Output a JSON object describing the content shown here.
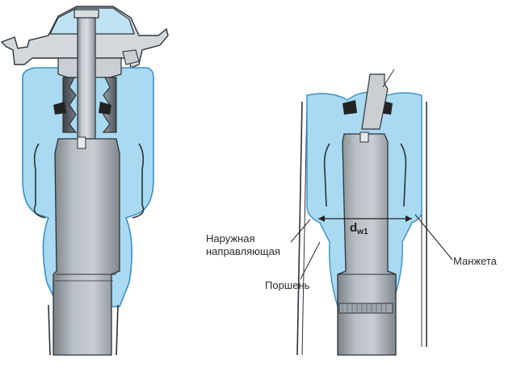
{
  "labels": {
    "outer_guide_line1": "Наружная",
    "outer_guide_line2": "направляющая",
    "piston": "Поршень",
    "cuff": "Манжета",
    "diameter_main": "d",
    "diameter_sub": "w1"
  },
  "colors": {
    "fluid": "#a9daf2",
    "fluid_edge": "#3b8fc4",
    "metal_light": "#c9cfd3",
    "metal_mid": "#a3abb1",
    "metal_dark": "#6c7379",
    "outline": "#2e3338",
    "seal": "#222222"
  }
}
